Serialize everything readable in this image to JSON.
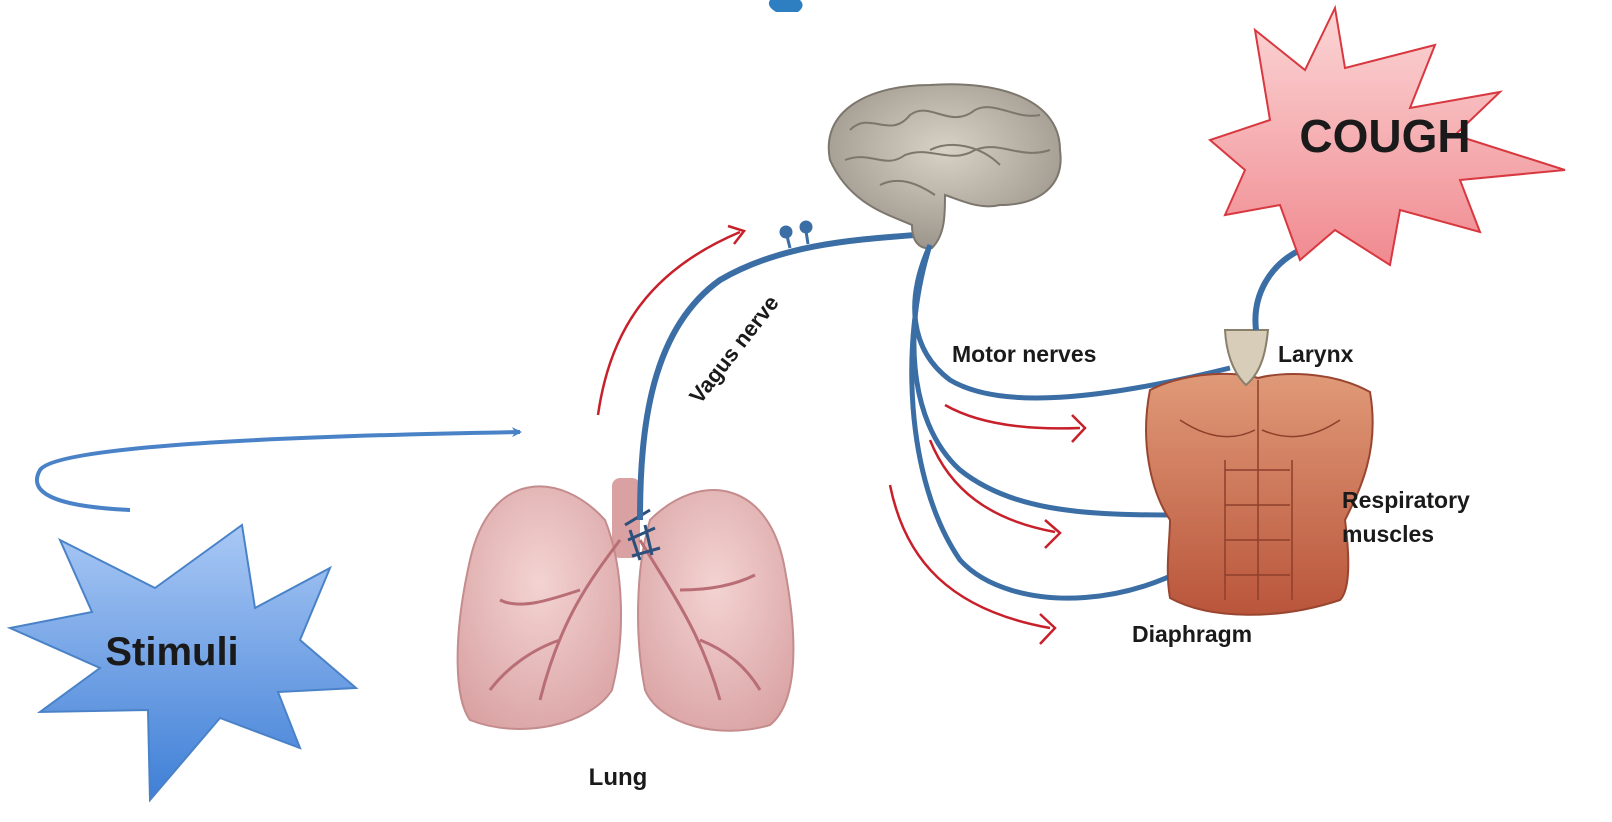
{
  "stimuli": {
    "label": "Stimuli"
  },
  "cough": {
    "label": "COUGH"
  },
  "labels": {
    "vagus_nerve": "Vagus nerve",
    "motor_nerves": "Motor nerves",
    "larynx": "Larynx",
    "respiratory_line1": "Respiratory",
    "respiratory_line2": "muscles",
    "diaphragm": "Diaphragm",
    "lung": "Lung"
  },
  "colors": {
    "nerve": "#3a6ea5",
    "signal_arrow": "#c8202a",
    "stimuli_fill": "#6aa0e6",
    "cough_fill": "#f29a9e",
    "lung_fill": "#e6b3b3",
    "muscle_fill": "#c8664a",
    "brain_fill": "#b9b3a8"
  },
  "icons": [
    "stimuli-starburst",
    "cough-starburst",
    "brain-icon",
    "lungs-icon",
    "torso-muscles-icon",
    "larynx-icon"
  ]
}
